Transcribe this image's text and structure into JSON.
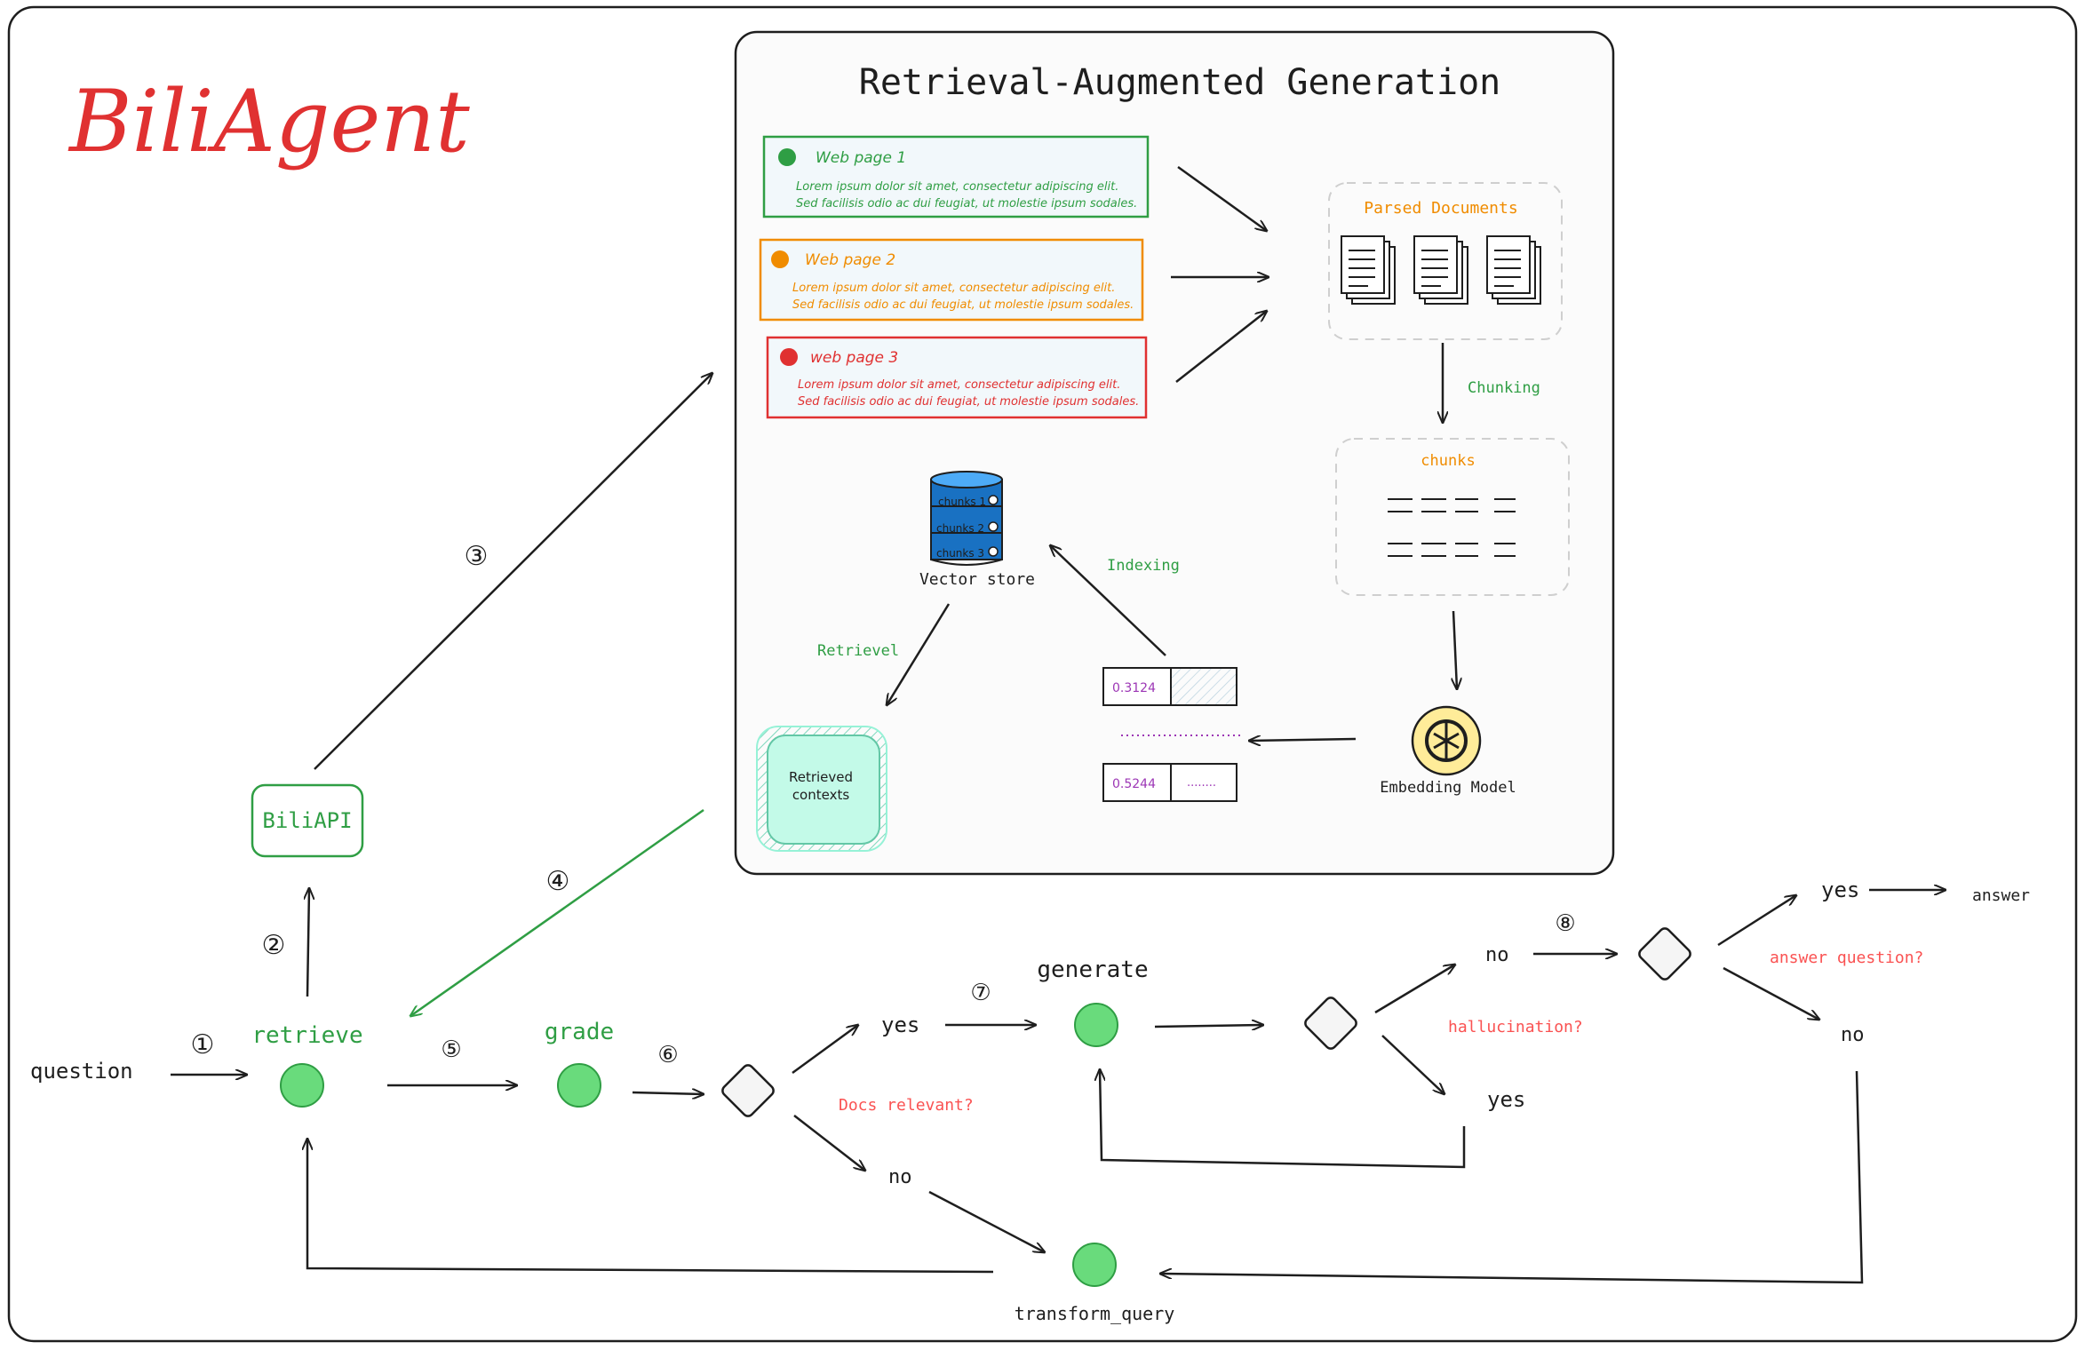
{
  "title": "BiliAgent",
  "rag": {
    "title": "Retrieval-Augmented Generation",
    "web_pages": [
      {
        "label": "Web page 1",
        "line1": "Lorem ipsum dolor sit amet, consectetur adipiscing elit.",
        "line2": "Sed facilisis odio ac dui feugiat, ut molestie ipsum sodales.",
        "color": "#2f9e44"
      },
      {
        "label": "Web page 2",
        "line1": "Lorem ipsum dolor sit amet, consectetur adipiscing elit.",
        "line2": "Sed facilisis odio ac dui feugiat, ut molestie ipsum sodales.",
        "color": "#f08c00"
      },
      {
        "label": "web page 3",
        "line1": "Lorem ipsum dolor sit amet, consectetur adipiscing elit.",
        "line2": "Sed facilisis odio ac dui feugiat, ut molestie ipsum sodales.",
        "color": "#e03131"
      }
    ],
    "parsed_documents": "Parsed Documents",
    "chunking": "Chunking",
    "chunks": "chunks",
    "vector_store": "Vector store",
    "store_rows": [
      "chunks 1",
      "chunks 2",
      "chunks 3"
    ],
    "indexing": "Indexing",
    "retrievel": "Retrievel",
    "retrieved_contexts_line1": "Retrieved",
    "retrieved_contexts_line2": "contexts",
    "embedding_model": "Embedding Model",
    "vector1": "0.3124",
    "vector2": "0.5244",
    "vector_ellipsis": "........"
  },
  "flow": {
    "question": "question",
    "retrieve": "retrieve",
    "biliapi": "BiliAPI",
    "grade": "grade",
    "generate": "generate",
    "transform_query": "transform_query",
    "docs_relevant": "Docs relevant?",
    "hallucination": "hallucination?",
    "answer_question": "answer question?",
    "yes1": "yes",
    "no1": "no",
    "no2": "no",
    "yes2": "yes",
    "yes3": "yes",
    "no3": "no",
    "answer": "answer",
    "steps": [
      "①",
      "②",
      "③",
      "④",
      "⑤",
      "⑥",
      "⑦",
      "⑧"
    ]
  },
  "colors": {
    "title_red": "#e03131",
    "green": "#2f9e44",
    "node_green": "#69db7c",
    "orange": "#f08c00",
    "question_red": "#fa5252",
    "store_blue": "#1971c2",
    "purple": "#9c36b5",
    "teal": "#96f2d7"
  }
}
